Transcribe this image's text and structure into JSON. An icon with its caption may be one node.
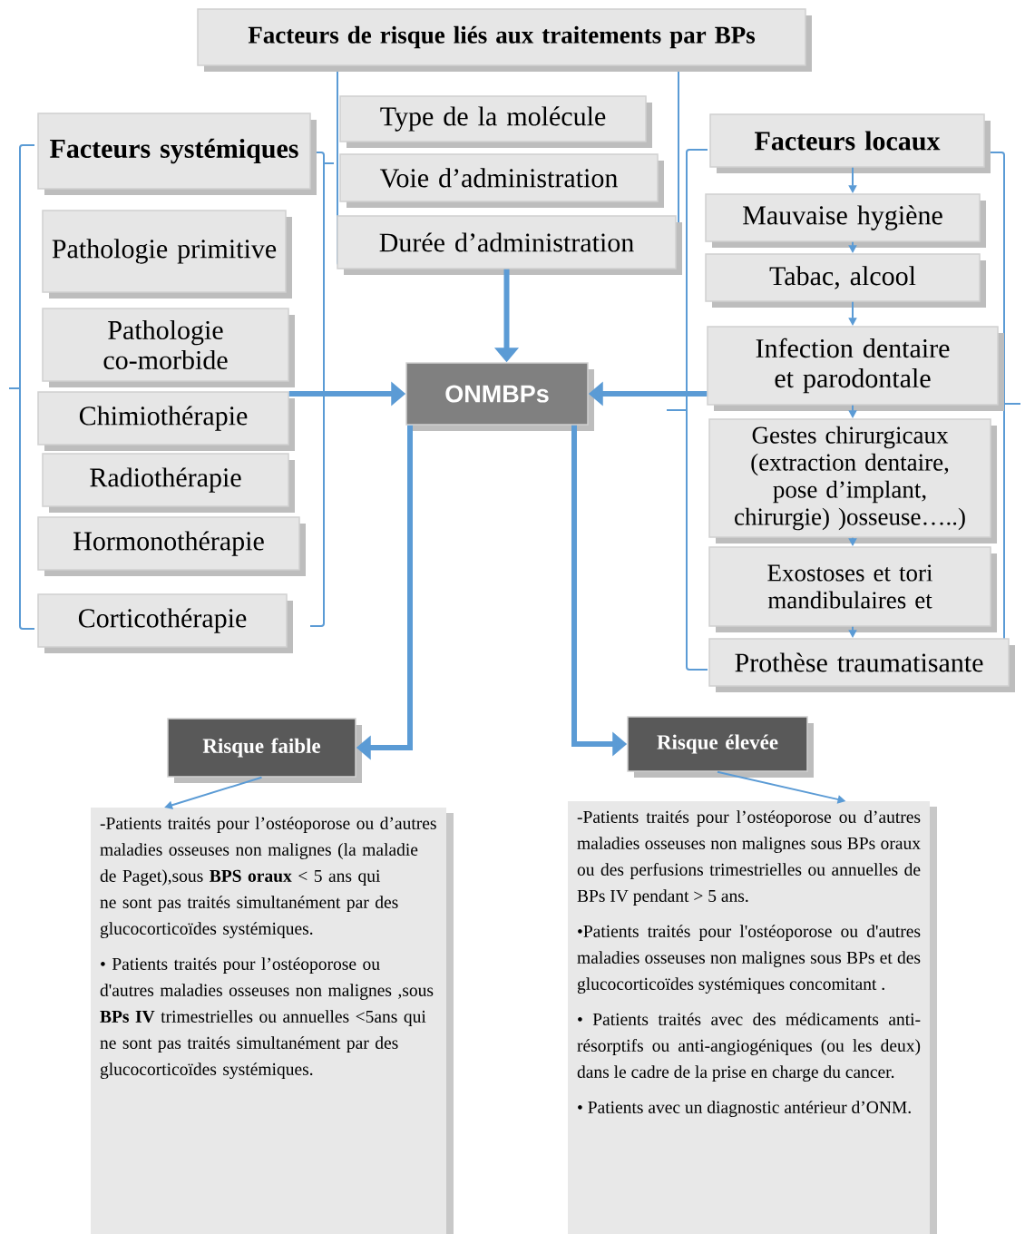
{
  "diagram": {
    "nodes": [
      {
        "text": [
          "Facteurs de risque liés aux traitements par BPs"
        ]
      },
      {
        "text": [
          "Facteurs systémiques"
        ]
      },
      {
        "text": [
          "Pathologie primitive"
        ]
      },
      {
        "text": [
          "Pathologie co-morbide"
        ]
      },
      {
        "text": [
          "Chimiothérapie"
        ]
      },
      {
        "text": [
          "Radiothérapie"
        ]
      },
      {
        "text": [
          "Hormonothérapie"
        ]
      },
      {
        "text": [
          "Corticothérapie"
        ]
      },
      {
        "text": [
          "Type de la molécule"
        ]
      },
      {
        "text": [
          "Voie d’administration"
        ]
      },
      {
        "text": [
          "Durée d’administration"
        ]
      },
      {
        "text": [
          "ONMBPs"
        ]
      },
      {
        "text": [
          "Facteurs locaux"
        ]
      },
      {
        "text": [
          "Mauvaise hygiène"
        ]
      },
      {
        "text": [
          "Tabac, alcool"
        ]
      },
      {
        "text": [
          "Infection dentaire et parodontale"
        ]
      },
      {
        "text": [
          "Gestes chirurgicaux (extraction dentaire, pose d’implant, chirurgie) )osseuse…..)"
        ]
      },
      {
        "text": [
          "Exostoses et tori mandibulaires et"
        ]
      },
      {
        "text": [
          "Prothèse traumatisante"
        ]
      },
      {
        "text": [
          "Risque faible"
        ]
      },
      {
        "text": [
          "Risque élevée"
        ]
      },
      {
        "text": [
          "-Patients traités pour l’ostéoporose ou d’autres maladies osseuses non malignes (la maladie de Paget),sous **BPS oraux** <  5 ans qui ne sont pas traités simultanément par des glucocorticoïdes systémiques.",
          "• Patients traités pour l’ostéoporose ou d'autres maladies osseuses non malignes ,sous **BPs IV** trimestrielles ou annuelles <5ans qui ne sont pas traités simultanément par des glucocorticoïdes systémiques."
        ]
      },
      {
        "text": [
          "-Patients traités pour l’ostéoporose ou d’autres maladies osseuses non malignes sous BPs oraux  ou des perfusions trimestrielles ou annuelles de BPs IV pendant > 5 ans.",
          "•Patients traités pour l'ostéoporose ou d'autres maladies osseuses non malignes sous BPs et des glucocorticoïdes systémiques concomitant .",
          "• Patients traités avec des médicaments anti-résorptifs ou anti-angiogéniques (ou les deux) dans le cadre de la prise en charge du cancer.",
          "• Patients avec un diagnostic antérieur d’ONM."
        ]
      }
    ],
    "edges": [
      {
        "from": 10,
        "to": 11,
        "arrow": "to",
        "style": "thick"
      },
      {
        "from": 4,
        "to": 11,
        "arrow": "to",
        "style": "thick"
      },
      {
        "from": 15,
        "to": 11,
        "arrow": "to",
        "style": "thick"
      },
      {
        "from": 11,
        "to": 19,
        "arrow": "to",
        "style": "thick"
      },
      {
        "from": 11,
        "to": 20,
        "arrow": "to",
        "style": "thick"
      },
      {
        "from": 19,
        "to": 21,
        "arrow": "to"
      },
      {
        "from": 20,
        "to": 22,
        "arrow": "to"
      },
      {
        "from": 12,
        "to": 13,
        "arrow": "to"
      },
      {
        "from": 13,
        "to": 14,
        "arrow": "to"
      },
      {
        "from": 14,
        "to": 15,
        "arrow": "to"
      },
      {
        "from": 15,
        "to": 16,
        "arrow": "to"
      },
      {
        "from": 16,
        "to": 17,
        "arrow": "to"
      },
      {
        "from": 17,
        "to": 18,
        "arrow": "to"
      }
    ]
  }
}
